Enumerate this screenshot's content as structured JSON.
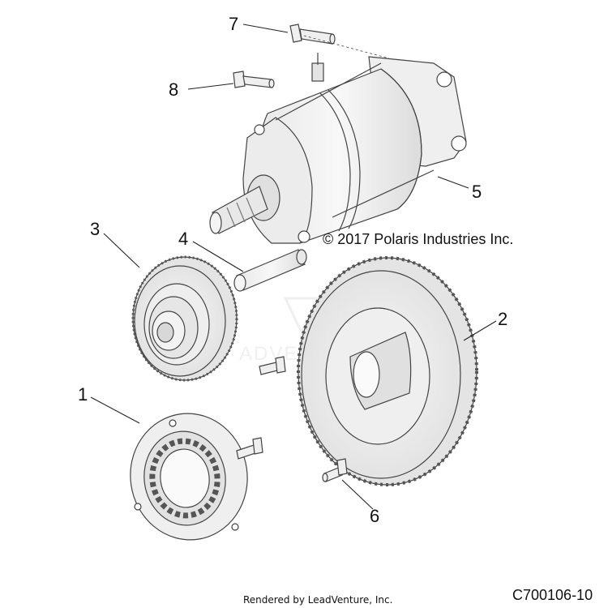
{
  "callouts": [
    {
      "id": "1",
      "label": "1"
    },
    {
      "id": "2",
      "label": "2"
    },
    {
      "id": "3",
      "label": "3"
    },
    {
      "id": "4",
      "label": "4"
    },
    {
      "id": "5",
      "label": "5"
    },
    {
      "id": "6",
      "label": "6"
    },
    {
      "id": "7",
      "label": "7"
    },
    {
      "id": "8",
      "label": "8"
    }
  ],
  "copyright": "© 2017 Polaris Industries Inc.",
  "footer": {
    "rendered_by": "Rendered by LeadVenture, Inc.",
    "figure_id": "C700106-10"
  },
  "watermark": "ADVENTURE",
  "colors": {
    "line": "#444444",
    "part_fill": "#f1f1f1",
    "part_shade": "#d9d9d9",
    "watermark": "#e6e6e6"
  }
}
